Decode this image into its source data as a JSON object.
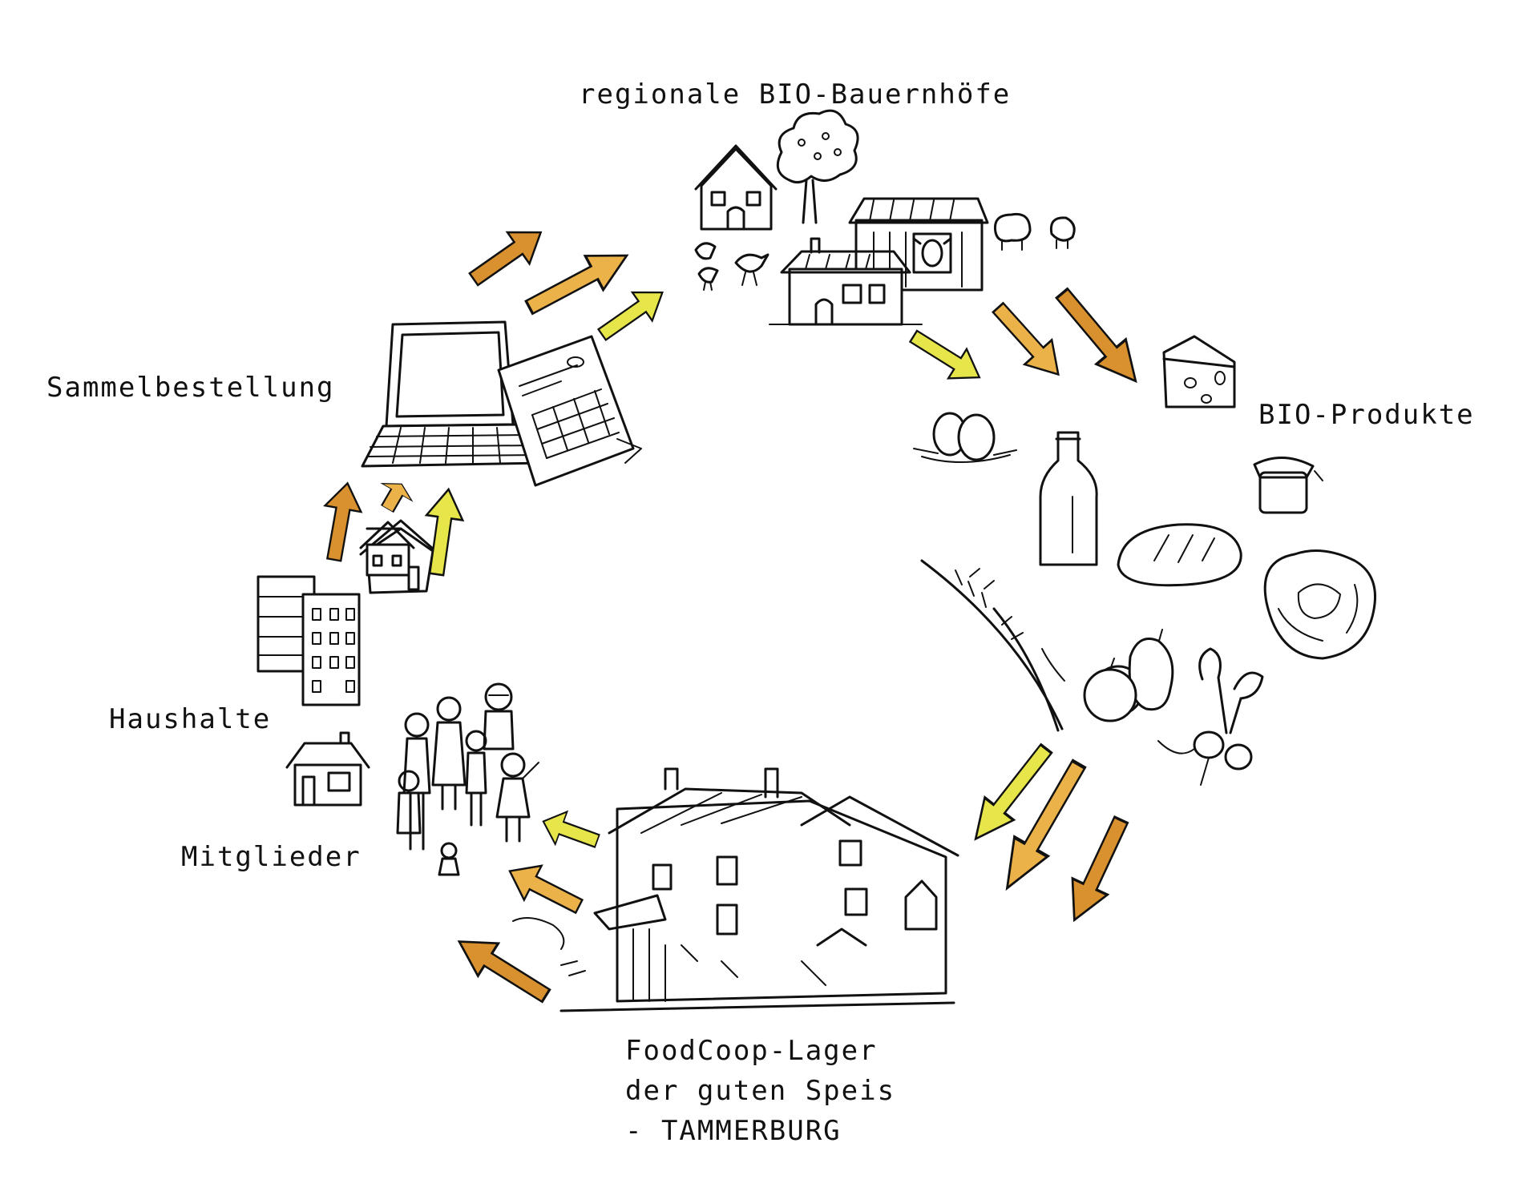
{
  "labels": {
    "farms": "regionale BIO-Bauernhöfe",
    "products": "BIO-Produkte",
    "order": "Sammelbestellung",
    "households": "Haushalte",
    "members": "Mitglieder",
    "warehouse_line1": "FoodCoop-Lager",
    "warehouse_line2": "der guten Speis",
    "warehouse_line3": "- TAMMERBURG"
  },
  "colors": {
    "arrow_orange": "#d9902e",
    "arrow_gold": "#ecb24a",
    "arrow_yellow": "#e6e64a",
    "ink": "#111111",
    "background": "#ffffff"
  },
  "icons": [
    "farm-houses-icon",
    "tree-icon",
    "barn-icon",
    "cow-icon",
    "sheep-icon",
    "chicken-icon",
    "laptop-icon",
    "order-form-icon",
    "cheese-icon",
    "eggs-icon",
    "milk-bottle-icon",
    "jam-jar-icon",
    "bread-icon",
    "cabbage-icon",
    "wheat-icon",
    "fruit-icon",
    "radish-icon",
    "warehouse-building-icon",
    "apartment-buildings-icon",
    "house-icon",
    "people-icon"
  ]
}
